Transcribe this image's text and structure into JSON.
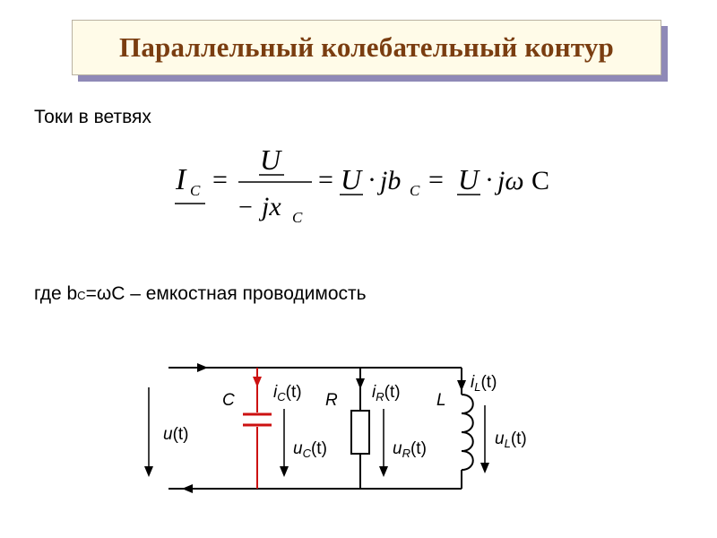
{
  "title": "Параллельный колебательный контур",
  "subtitle": "Токи в ветвях",
  "formula": {
    "lhs_symbol": "I",
    "lhs_sub": "C",
    "eq1": "=",
    "num": "U",
    "den_minus": "−",
    "den_j": "jx",
    "den_sub": "C",
    "eq2": "=",
    "u2": "U",
    "dot2": "·",
    "jb": "jb",
    "jb_sub": "C",
    "eq3": "=",
    "u3": "U",
    "dot3": "·",
    "jomega": "jω",
    "cap_C": "C"
  },
  "note": {
    "prefix": "где b",
    "sub": "C",
    "suffix": "=ωC – емкостная проводимость"
  },
  "circuit": {
    "u_label": "u",
    "u_arg": "(t)",
    "C_label": "C",
    "R_label": "R",
    "L_label": "L",
    "iC_main": "i",
    "iC_sub": "C",
    "iC_arg": "(t)",
    "iR_main": "i",
    "iR_sub": "R",
    "iR_arg": "(t)",
    "iL_main": "i",
    "iL_sub": "L",
    "iL_arg": "(t)",
    "uC_main": "u",
    "uC_sub": "C",
    "uC_arg": "(t)",
    "uR_main": "u",
    "uR_sub": "R",
    "uR_arg": "(t)",
    "uL_main": "u",
    "uL_sub": "L",
    "uL_arg": "(t)"
  },
  "colors": {
    "title_text": "#7a3d10",
    "title_bg": "#fffbe8",
    "title_shadow": "#8f89b7",
    "capacitor": "#cc1111",
    "wire": "#000000"
  }
}
